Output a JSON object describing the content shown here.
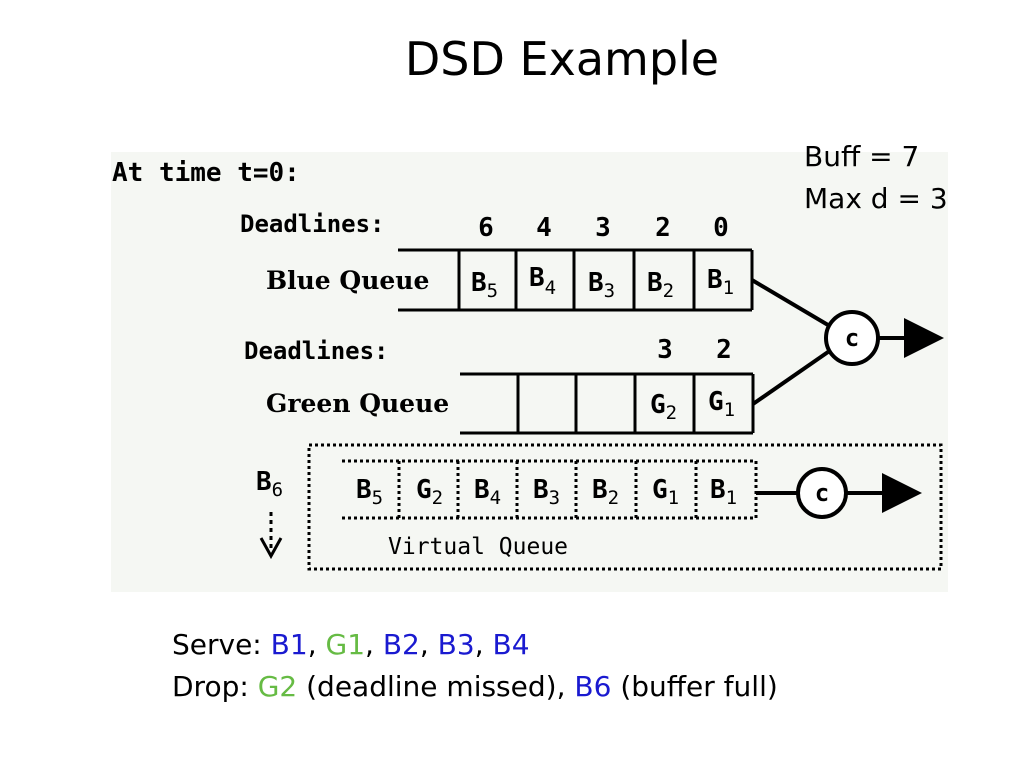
{
  "title": "DSD Example",
  "params": {
    "buff": "Buff = 7",
    "max_d": "Max d = 3"
  },
  "diagram": {
    "heading": "At time t=0:",
    "blue_deadlines_label": "Deadlines:",
    "blue_deadlines": [
      "6",
      "4",
      "3",
      "2",
      "0"
    ],
    "blue_queue_label": "Blue Queue",
    "blue_cells": [
      {
        "base": "B",
        "sub": "5"
      },
      {
        "base": "B",
        "sub": "4"
      },
      {
        "base": "B",
        "sub": "3"
      },
      {
        "base": "B",
        "sub": "2"
      },
      {
        "base": "B",
        "sub": "1"
      }
    ],
    "green_deadlines_label": "Deadlines:",
    "green_deadlines": [
      "3",
      "2"
    ],
    "green_queue_label": "Green Queue",
    "green_cells": [
      {
        "base": "",
        "sub": ""
      },
      {
        "base": "",
        "sub": ""
      },
      {
        "base": "",
        "sub": ""
      },
      {
        "base": "G",
        "sub": "2"
      },
      {
        "base": "G",
        "sub": "1"
      }
    ],
    "server_label": "c",
    "virtual_cells": [
      {
        "base": "B",
        "sub": "5"
      },
      {
        "base": "G",
        "sub": "2"
      },
      {
        "base": "B",
        "sub": "4"
      },
      {
        "base": "B",
        "sub": "3"
      },
      {
        "base": "B",
        "sub": "2"
      },
      {
        "base": "G",
        "sub": "1"
      },
      {
        "base": "B",
        "sub": "1"
      }
    ],
    "virtual_queue_label": "Virtual Queue",
    "incoming": {
      "base": "B",
      "sub": "6"
    }
  },
  "summary": {
    "serve_label": "Serve:",
    "serve_items": [
      "B1",
      "G1",
      "B2",
      "B3",
      "B4"
    ],
    "drop_label": "Drop:",
    "drop_g2": "G2",
    "drop_g2_reason": "(deadline missed),",
    "drop_b6": "B6",
    "drop_b6_reason": "(buffer full)"
  },
  "colors": {
    "blue": "#1a1ad0",
    "green": "#66bb44",
    "diagram_bg": "#f5f7f3"
  }
}
